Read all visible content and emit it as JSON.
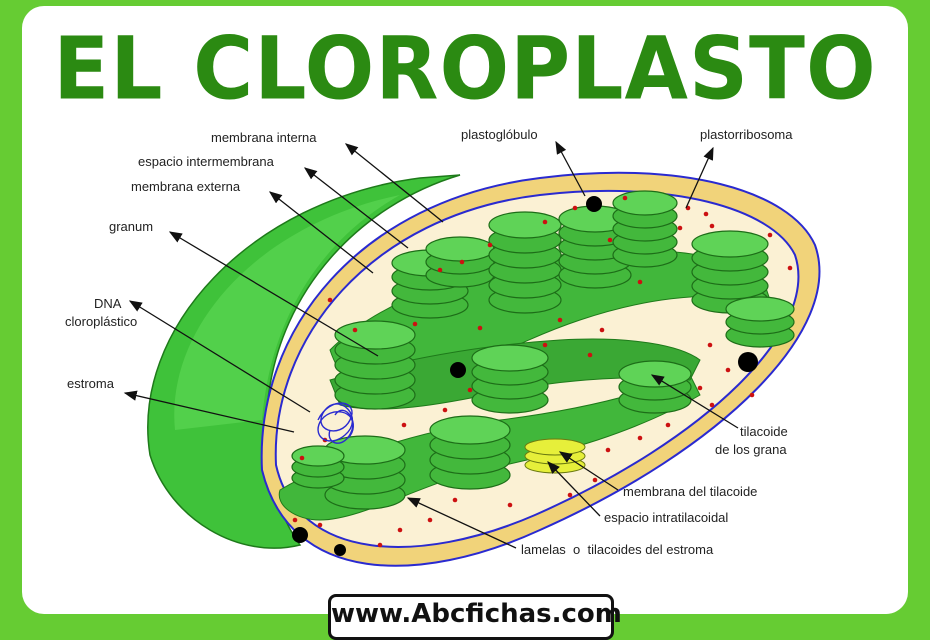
{
  "title": "EL CLOROPLASTO",
  "footer": "www.Abcfichas.com",
  "colors": {
    "background": "#66cc33",
    "title": "#2b8a12",
    "outer_membrane": "#3fc23a",
    "stroma": "#fbf1d4",
    "thylakoid": "#41b73b",
    "membrane_blue": "#2a2ad0",
    "ribosome": "#cc1111"
  },
  "labels": {
    "membrana_interna": "membrana interna",
    "espacio_intermembrana": "espacio intermembrana",
    "membrana_externa": "membrana externa",
    "granum": "granum",
    "dna_1": "DNA",
    "dna_2": "cloroplástico",
    "estroma": "estroma",
    "plastoglobulo": "plastoglóbulo",
    "plastorribosoma": "plastorribosoma",
    "tilacoide_1": "tilacoide",
    "tilacoide_2": "de los grana",
    "membrana_tilacoide": "membrana del tilacoide",
    "espacio_intratilacoidal": "espacio intratilacoidal",
    "lamelas": "lamelas  o  tilacoides del estroma"
  }
}
